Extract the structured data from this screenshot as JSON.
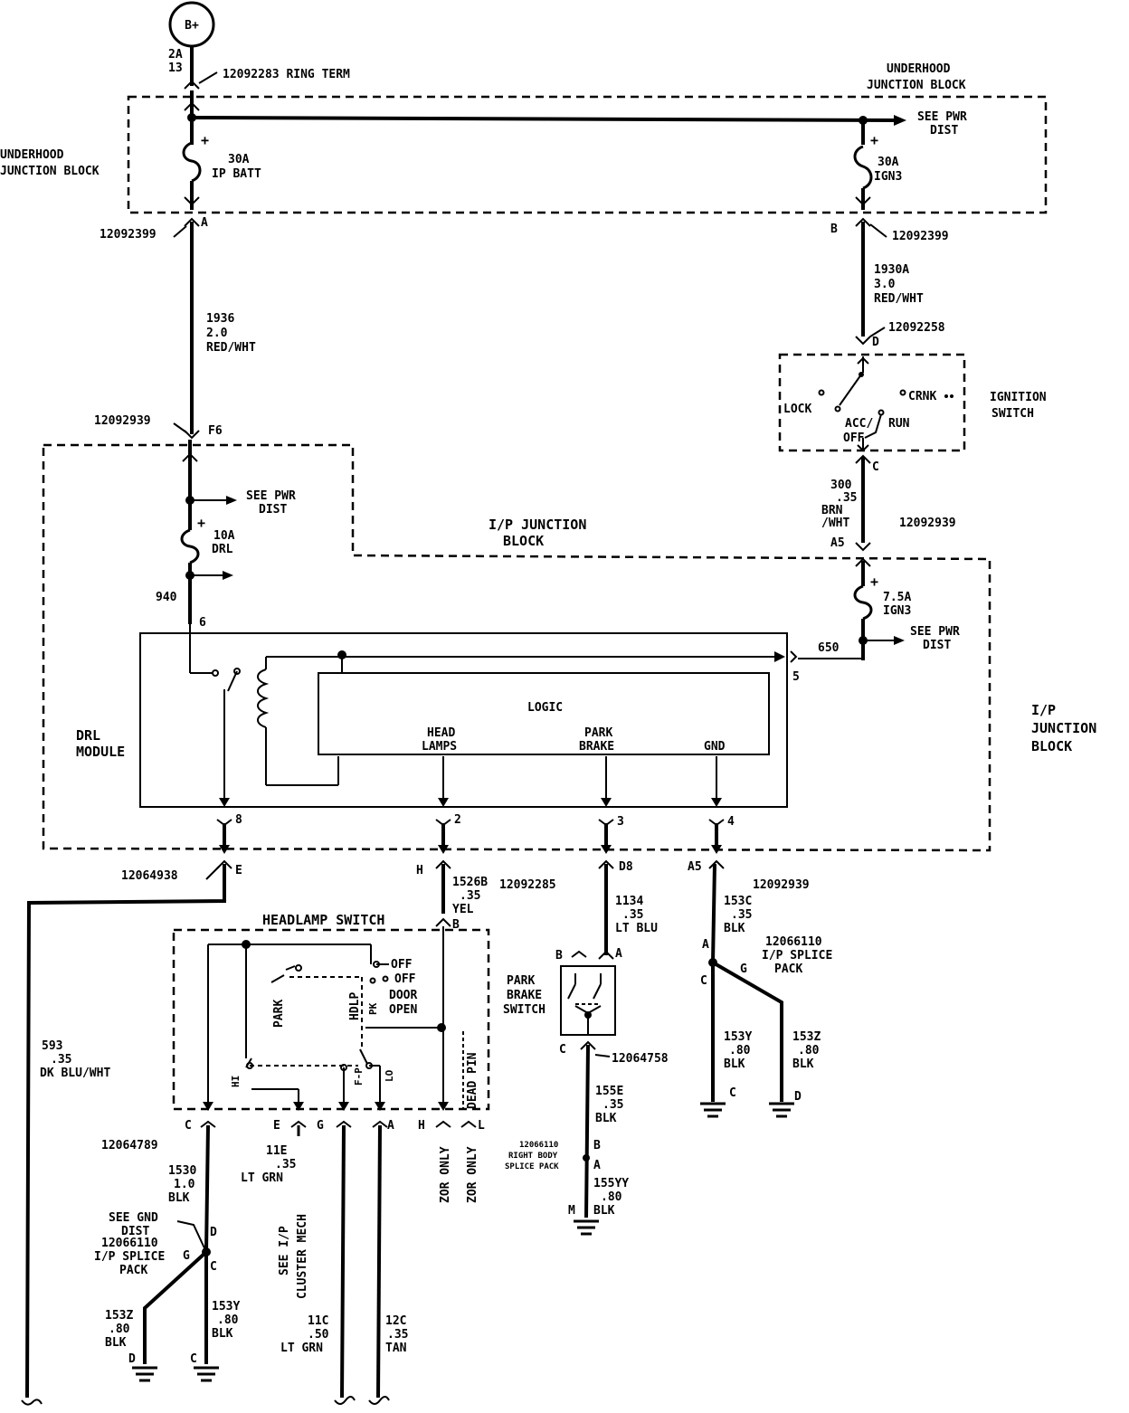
{
  "battery": {
    "label": "B+",
    "wire": [
      "2A",
      "13"
    ],
    "term": "12092283 RING TERM"
  },
  "underhood": {
    "title_left": [
      "UNDERHOOD",
      "JUNCTION BLOCK"
    ],
    "title_right": [
      "UNDERHOOD",
      "JUNCTION BLOCK"
    ],
    "see_pwr": [
      "SEE PWR",
      "DIST"
    ],
    "fuse_ipbatt": [
      "30A",
      "IP BATT"
    ],
    "fuse_ign3": [
      "30A",
      "IGN3"
    ],
    "plus": "+"
  },
  "left_branch": {
    "conn_a": "12092399",
    "pin_a": "A",
    "wire": [
      "1936",
      "2.0",
      "RED/WHT"
    ],
    "conn_f6": "12092939",
    "pin_f6": "F6"
  },
  "right_branch": {
    "pin_b": "B",
    "conn_b": "12092399",
    "wire": [
      "1930A",
      "3.0",
      "RED/WHT"
    ],
    "conn_d": "12092258",
    "pin_d": "D"
  },
  "ignition": {
    "title": [
      "IGNITION",
      "SWITCH"
    ],
    "lock": "LOCK",
    "crnk": "CRNK",
    "accoff": [
      "ACC/",
      "OFF"
    ],
    "run": "RUN",
    "pin_c": "C",
    "wire": [
      "300",
      ".35",
      "BRN",
      "/WHT"
    ],
    "conn": "12092939",
    "pin_a5": "A5"
  },
  "ip_block": {
    "title": [
      "I/P JUNCTION",
      "BLOCK"
    ],
    "title_right": [
      "I/P",
      "JUNCTION",
      "BLOCK"
    ],
    "see_pwr": [
      "SEE PWR",
      "DIST"
    ],
    "fuse_drl": [
      "10A",
      "DRL"
    ],
    "fuse_ign3": [
      "7.5A",
      "IGN3"
    ],
    "see_pwr2": [
      "SEE PWR",
      "DIST"
    ],
    "w940": "940",
    "w650": "650"
  },
  "drl": {
    "title": [
      "DRL",
      "MODULE"
    ],
    "logic": "LOGIC",
    "head": [
      "HEAD",
      "LAMPS"
    ],
    "park": [
      "PARK",
      "BRAKE"
    ],
    "gnd": "GND",
    "pins": {
      "p6": "6",
      "p5": "5",
      "p8": "8",
      "p2": "2",
      "p3": "3",
      "p4": "4"
    }
  },
  "lower": {
    "conn_e": "12064938",
    "pin_e": "E",
    "pin_h": "H",
    "wire_1526": [
      "1526B",
      ".35",
      "YEL"
    ],
    "conn_h": "12092285",
    "pin_d8": "D8",
    "wire_1134": [
      "1134",
      ".35",
      "LT BLU"
    ],
    "pin_a5": "A5",
    "conn_a5": "12092939",
    "wire_153c": [
      "153C",
      ".35",
      "BLK"
    ],
    "splice": [
      "12066110",
      "I/P SPLICE",
      "PACK"
    ],
    "splice_pins": {
      "a": "A",
      "c": "C",
      "g": "G"
    },
    "wire_153y": [
      "153Y",
      ".80",
      "BLK"
    ],
    "pin_c_gnd": "C",
    "wire_153z": [
      "153Z",
      ".80",
      "BLK"
    ],
    "pin_d_gnd": "D",
    "wire_593": [
      "593",
      ".35",
      "DK BLU/WHT"
    ]
  },
  "headlamp": {
    "title": "HEADLAMP SWITCH",
    "pin_b": "B",
    "off": "OFF",
    "doff": "OFF",
    "door": [
      "DOOR",
      "OPEN"
    ],
    "park": "PARK",
    "hdlp": "HDLP",
    "pk": "PK",
    "hi": "HI",
    "fp": "F-P",
    "lo": "LO",
    "dead": "DEAD PIN",
    "pins": {
      "c": "C",
      "e": "E",
      "g": "G",
      "a": "A",
      "h": "H",
      "l": "L"
    },
    "zr_h": "ZOR ONLY",
    "zr_l": "ZOR ONLY"
  },
  "hl_bottom": {
    "conn": "12064789",
    "wire_1530": [
      "1530",
      "1.0",
      "BLK"
    ],
    "see_gnd": [
      "SEE GND",
      "DIST"
    ],
    "splice": [
      "12066110",
      "I/P SPLICE",
      "PACK"
    ],
    "splice_pins": {
      "d": "D",
      "g": "G",
      "c": "C"
    },
    "wire_153z": [
      "153Z",
      ".80",
      "BLK"
    ],
    "pin_d": "D",
    "wire_153y": [
      "153Y",
      ".80",
      "BLK"
    ],
    "pin_c": "C",
    "wire_11e": [
      "11E",
      ".35",
      "LT GRN"
    ],
    "cluster": [
      "SEE I/P",
      "CLUSTER MECH"
    ],
    "wire_11c": [
      "11C",
      ".50",
      "LT GRN"
    ],
    "wire_12c": [
      "12C",
      ".35",
      "TAN"
    ]
  },
  "park_brake": {
    "title": [
      "PARK",
      "BRAKE",
      "SWITCH"
    ],
    "pin_b": "B",
    "pin_a": "A",
    "pin_c": "C",
    "conn": "12064758",
    "wire_155e": [
      "155E",
      ".35",
      "BLK"
    ],
    "splice": [
      "12066110",
      "RIGHT BODY",
      "SPLICE PACK"
    ],
    "pin_sb": "B",
    "pin_sa": "A",
    "wire_155yy": [
      "155YY",
      ".80",
      "BLK"
    ],
    "pin_m": "M"
  }
}
